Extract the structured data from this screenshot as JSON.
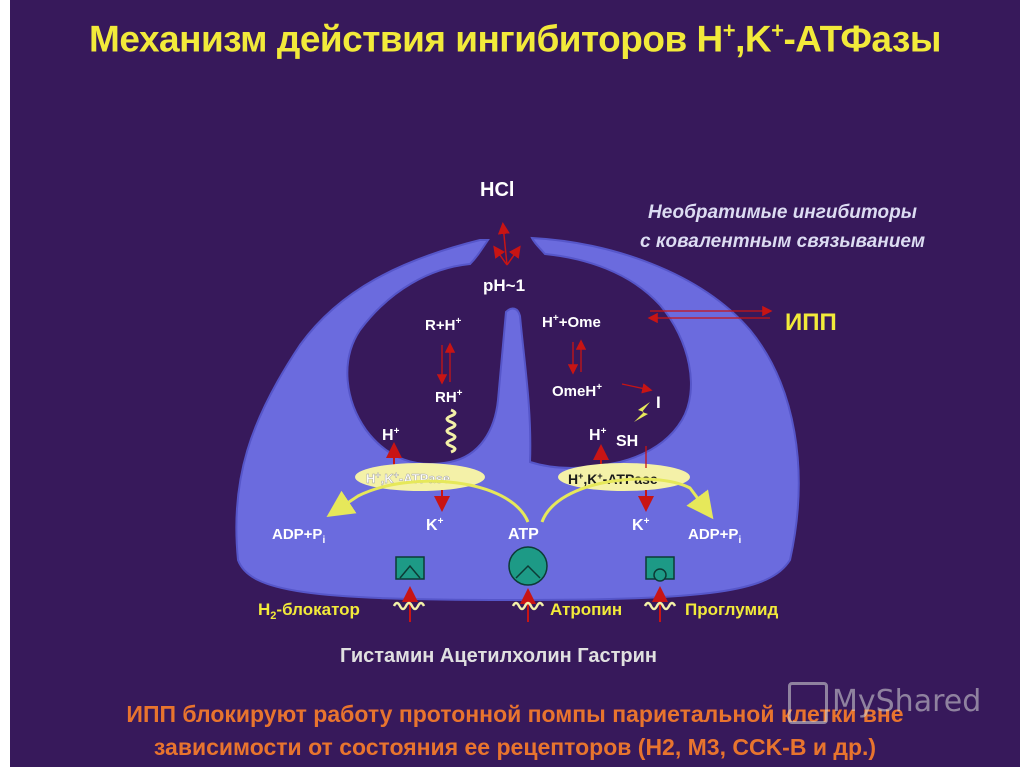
{
  "title": {
    "main": "Механизм действия ингибиторов H",
    "sup1": "+",
    "mid": ",K",
    "sup2": "+",
    "tail": "-АТФазы"
  },
  "labels": {
    "hcl": "HCl",
    "ph": "pH~1",
    "irreversible_line1": "Необратимые ингибиторы",
    "irreversible_line2": "с ковалентным связыванием",
    "ipp": "ИПП",
    "r_h": "R+H",
    "rh": "RH",
    "h_ome": "H",
    "h_ome_tail": "+Ome",
    "omeh": "OmeH",
    "inhibitor_i": "I",
    "sh": "SH",
    "h_plus": "H",
    "plus": "+",
    "atpase_left": "H",
    "atpase_left_mid": ",K",
    "atpase_left_tail": "-ATPase",
    "atpase_right": "H",
    "atpase_right_mid": ",K",
    "atpase_right_tail": "-ATPase",
    "adp_pi": "ADP+P",
    "adp_pi_sub": "i",
    "k_plus": "K",
    "atp": "ATP",
    "h2_blocker_h": "H",
    "h2_blocker_sub": "2",
    "h2_blocker_tail": "-блокатор",
    "atropine": "Атропин",
    "proglumide": "Проглумид",
    "agonists": "Гистамин Ацетилхолин Гастрин"
  },
  "footer": {
    "line1": "ИПП блокируют работу протонной помпы париетальной клетки вне",
    "line2": "зависимости от состояния ее рецепторов (H2, M3, CCK-B и др.)"
  },
  "watermark": {
    "text": "MyShared"
  },
  "colors": {
    "background": "#37195b",
    "cell": "#6b6bde",
    "title": "#f2ea3a",
    "footer": "#e8742e",
    "arrow": "#c81414",
    "enzyme": "#f4f1a8",
    "receptor": "#1d9a86"
  }
}
